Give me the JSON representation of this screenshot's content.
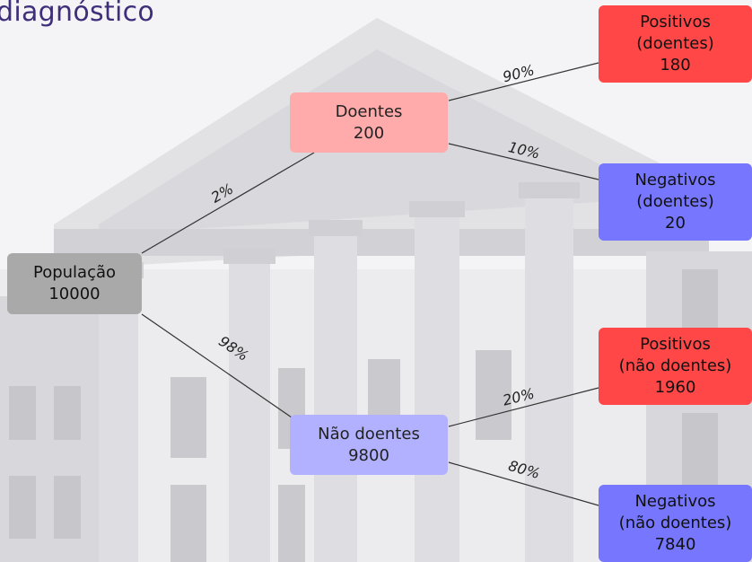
{
  "title": "diagnóstico",
  "colors": {
    "population": "#a9a9a9",
    "sick": "#ffabab",
    "healthy": "#b1b1ff",
    "positive": "#ff4747",
    "negative": "#7676ff"
  },
  "nodes": {
    "population": {
      "line1": "População",
      "line2": "10000"
    },
    "sick": {
      "line1": "Doentes",
      "line2": "200"
    },
    "healthy": {
      "line1": "Não doentes",
      "line2": "9800"
    },
    "pos_sick": {
      "line1": "Positivos",
      "line2": "(doentes)",
      "line3": "180"
    },
    "neg_sick": {
      "line1": "Negativos",
      "line2": "(doentes)",
      "line3": "20"
    },
    "pos_healthy": {
      "line1": "Positivos",
      "line2": "(não doentes)",
      "line3": "1960"
    },
    "neg_healthy": {
      "line1": "Negativos",
      "line2": "(não doentes)",
      "line3": "7840"
    }
  },
  "edges": {
    "pop_sick": "2%",
    "pop_healthy": "98%",
    "sick_pos": "90%",
    "sick_neg": "10%",
    "healthy_pos": "20%",
    "healthy_neg": "80%"
  }
}
